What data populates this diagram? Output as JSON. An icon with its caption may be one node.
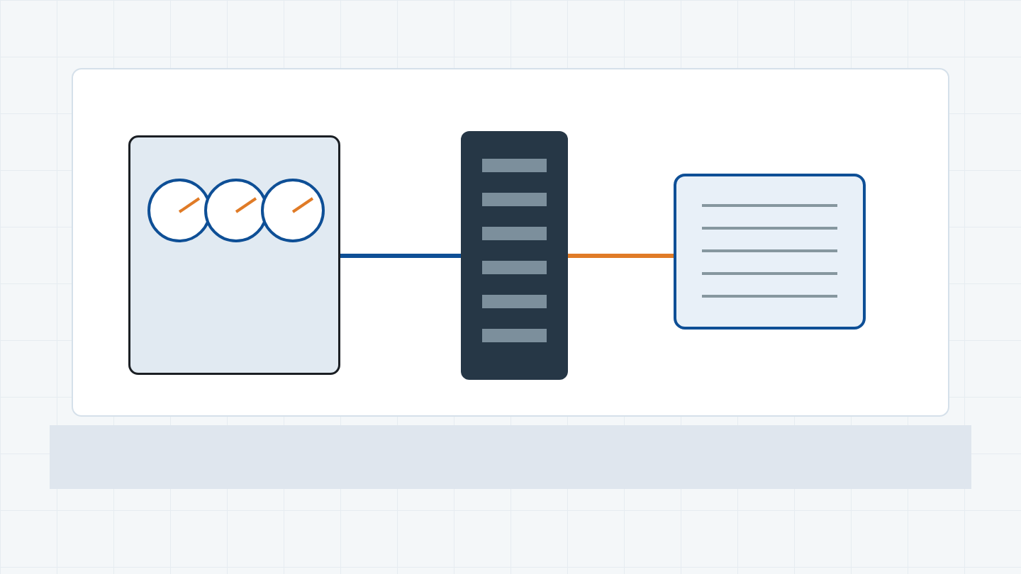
{
  "diagram": {
    "nodes": [
      {
        "text": [],
        "shape": "box"
      },
      {
        "text": [],
        "shape": "server"
      },
      {
        "text": [],
        "shape": "document"
      }
    ],
    "edges": [
      {
        "from": 0,
        "to": 1,
        "arrow": "none",
        "color": "#0e4f96"
      },
      {
        "from": 1,
        "to": 2,
        "arrow": "none",
        "color": "#e07b27"
      }
    ]
  }
}
